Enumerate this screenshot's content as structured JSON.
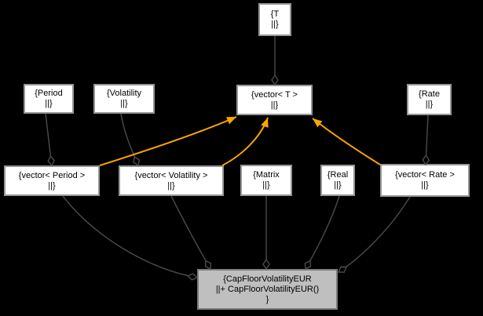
{
  "diagram": {
    "kind": "collaboration-graph",
    "background": "#000000"
  },
  "colors": {
    "background": "#000000",
    "edge": "#4b4b4b",
    "template_edge": "#ffa500",
    "node_fill": "#ffffff",
    "node_border": "#969696",
    "main_node_fill": "#bfbfbf",
    "main_node_border": "#7d7d7d",
    "text": "#000000"
  },
  "nodes": {
    "t": {
      "lines": [
        "{T",
        "||}"
      ]
    },
    "period": {
      "lines": [
        "{Period",
        "||}"
      ]
    },
    "volatility": {
      "lines": [
        "{Volatility",
        "||}"
      ]
    },
    "vector_t": {
      "lines": [
        "{vector< T >",
        "||}"
      ]
    },
    "rate": {
      "lines": [
        "{Rate",
        "||}"
      ]
    },
    "vector_period": {
      "lines": [
        "{vector< Period >",
        "||}"
      ]
    },
    "vector_volatility": {
      "lines": [
        "{vector< Volatility >",
        "||}"
      ]
    },
    "matrix": {
      "lines": [
        "{Matrix",
        "||}"
      ]
    },
    "real": {
      "lines": [
        "{Real",
        "||}"
      ]
    },
    "vector_rate": {
      "lines": [
        "{vector< Rate >",
        "||}"
      ]
    },
    "capfloor": {
      "lines": [
        "{CapFloorVolatilityEUR",
        "||+ CapFloorVolatilityEUR()",
        "}"
      ]
    }
  },
  "edges": [
    {
      "from": "T",
      "to": "vector< T >",
      "type": "aggregation"
    },
    {
      "from": "Period",
      "to": "vector< Period >",
      "type": "aggregation"
    },
    {
      "from": "Volatility",
      "to": "vector< Volatility >",
      "type": "aggregation"
    },
    {
      "from": "Rate",
      "to": "vector< Rate >",
      "type": "aggregation"
    },
    {
      "from": "vector< Period >",
      "to": "vector< T >",
      "type": "template-instance"
    },
    {
      "from": "vector< Volatility >",
      "to": "vector< T >",
      "type": "template-instance"
    },
    {
      "from": "vector< Rate >",
      "to": "vector< T >",
      "type": "template-instance"
    },
    {
      "from": "vector< Period >",
      "to": "CapFloorVolatilityEUR",
      "type": "aggregation"
    },
    {
      "from": "vector< Volatility >",
      "to": "CapFloorVolatilityEUR",
      "type": "aggregation"
    },
    {
      "from": "Matrix",
      "to": "CapFloorVolatilityEUR",
      "type": "aggregation"
    },
    {
      "from": "Real",
      "to": "CapFloorVolatilityEUR",
      "type": "aggregation"
    },
    {
      "from": "vector< Rate >",
      "to": "CapFloorVolatilityEUR",
      "type": "aggregation"
    }
  ]
}
